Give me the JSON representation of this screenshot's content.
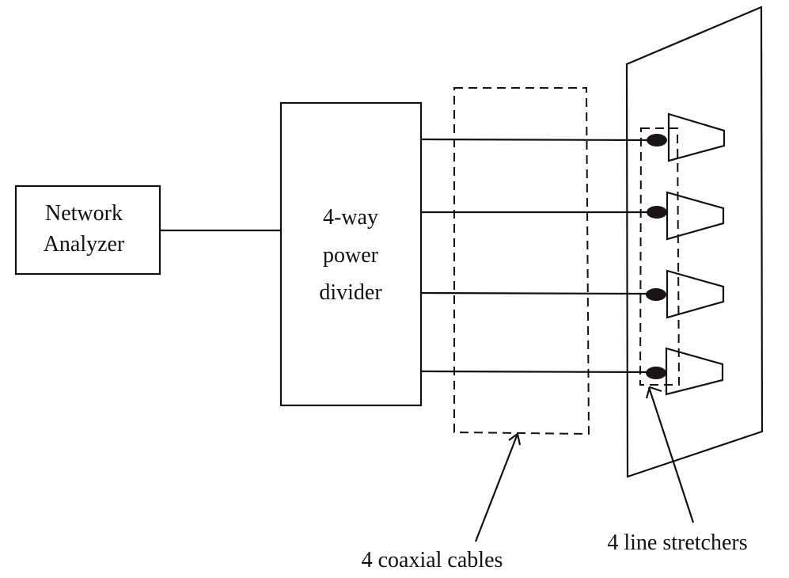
{
  "diagram": {
    "type": "block-diagram",
    "blocks": {
      "network_analyzer": {
        "lines": [
          "Network",
          "Analyzer"
        ]
      },
      "power_divider": {
        "lines": [
          "4-way",
          "power",
          "divider"
        ]
      }
    },
    "labels": {
      "coaxial_cables": "4 coaxial cables",
      "line_stretchers": "4 line stretchers"
    },
    "channels": [
      {
        "id": 1
      },
      {
        "id": 2
      },
      {
        "id": 3
      },
      {
        "id": 4
      }
    ],
    "colors": {
      "stroke": "#111111",
      "connector": "#1a1414",
      "background": "#ffffff"
    }
  }
}
